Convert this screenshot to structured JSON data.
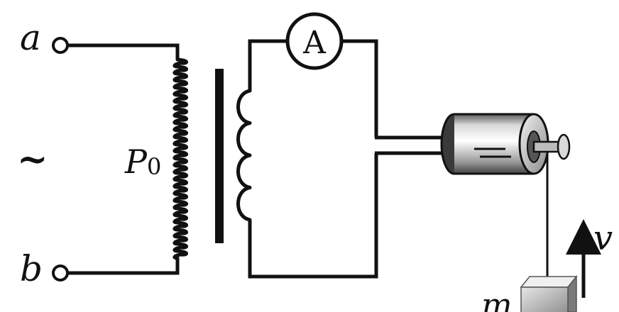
{
  "labels": {
    "terminal_a": "a",
    "terminal_b": "b",
    "ac_symbol": "~",
    "tap_letter": "P",
    "tap_subscript": "0",
    "ammeter": "A",
    "velocity": "v",
    "mass": "m"
  }
}
